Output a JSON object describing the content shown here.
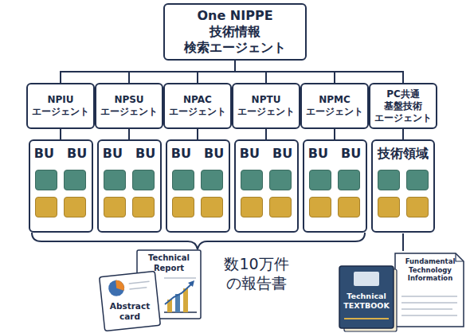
{
  "diagram": {
    "nodes": [
      {
        "text": [
          "One NIPPE 技術情報 検索エージェント"
        ]
      },
      {
        "text": [
          "NPIU エージェント"
        ]
      },
      {
        "text": [
          "NPSU エージェント"
        ]
      },
      {
        "text": [
          "NPAC エージェント"
        ]
      },
      {
        "text": [
          "NPTU エージェント"
        ]
      },
      {
        "text": [
          "NPMC エージェント"
        ]
      },
      {
        "text": [
          "PC共通 基盤技術 エージェント"
        ]
      },
      {
        "text": [
          "BU",
          "BU"
        ]
      },
      {
        "text": [
          "BU",
          "BU"
        ]
      },
      {
        "text": [
          "BU",
          "BU"
        ]
      },
      {
        "text": [
          "BU",
          "BU"
        ]
      },
      {
        "text": [
          "BU",
          "BU"
        ]
      },
      {
        "text": [
          "技術領域"
        ]
      }
    ],
    "edges": [
      {
        "from": 0,
        "to": 1,
        "arrow": "none"
      },
      {
        "from": 0,
        "to": 2,
        "arrow": "none"
      },
      {
        "from": 0,
        "to": 3,
        "arrow": "none"
      },
      {
        "from": 0,
        "to": 4,
        "arrow": "none"
      },
      {
        "from": 0,
        "to": 5,
        "arrow": "none"
      },
      {
        "from": 0,
        "to": 6,
        "arrow": "none"
      },
      {
        "from": 1,
        "to": 7,
        "arrow": "none"
      },
      {
        "from": 2,
        "to": 8,
        "arrow": "none"
      },
      {
        "from": 3,
        "to": 9,
        "arrow": "none"
      },
      {
        "from": 4,
        "to": 10,
        "arrow": "none"
      },
      {
        "from": 5,
        "to": 11,
        "arrow": "none"
      },
      {
        "from": 6,
        "to": 12,
        "arrow": "none"
      }
    ],
    "labels": [
      "数10万件 の報告書",
      "Technical Report",
      "Abstract card",
      "Technical TEXTBOOK",
      "Fundamental Technology Information"
    ]
  }
}
